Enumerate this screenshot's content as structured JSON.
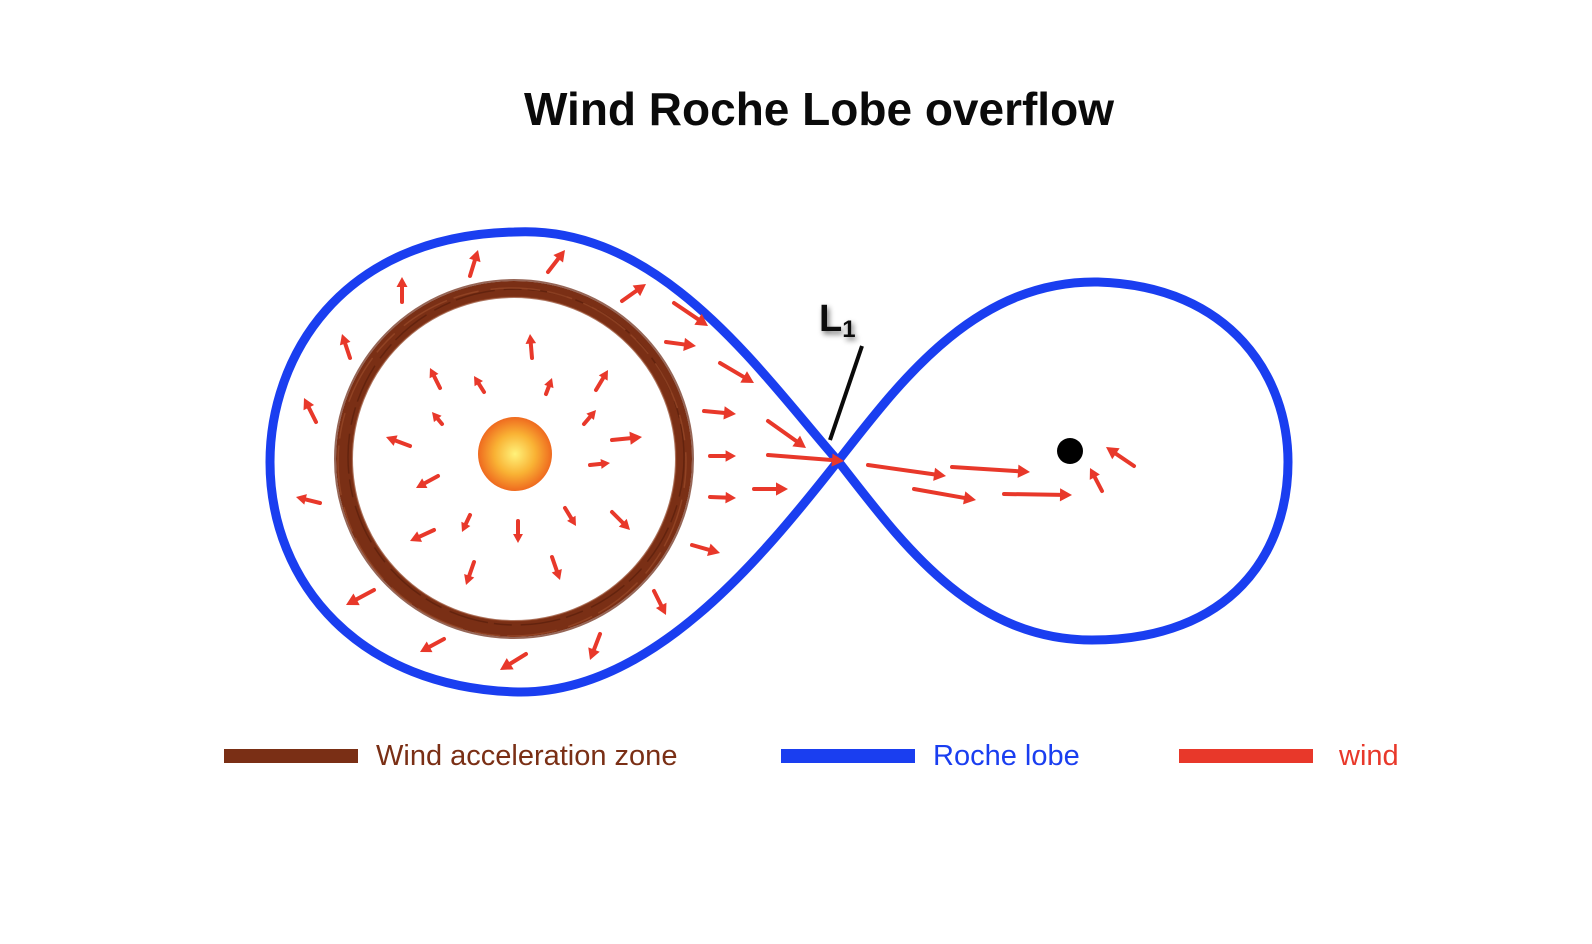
{
  "title": "Wind Roche Lobe overflow",
  "point_label": {
    "main": "L",
    "subscript": "1"
  },
  "colors": {
    "acceleration_zone": "#7a2f15",
    "roche_lobe": "#1a3ef0",
    "wind": "#e8382a",
    "star_core": "#ffe066",
    "star_edge": "#f07d20",
    "companion": "#000000"
  },
  "legend": [
    {
      "label": "Wind acceleration zone",
      "color": "#7a2f15",
      "text_color": "#7a2f15"
    },
    {
      "label": "Roche lobe",
      "color": "#1a3ef0",
      "text_color": "#1a3ef0"
    },
    {
      "label": "wind",
      "color": "#e8382a",
      "text_color": "#e8382a"
    }
  ]
}
